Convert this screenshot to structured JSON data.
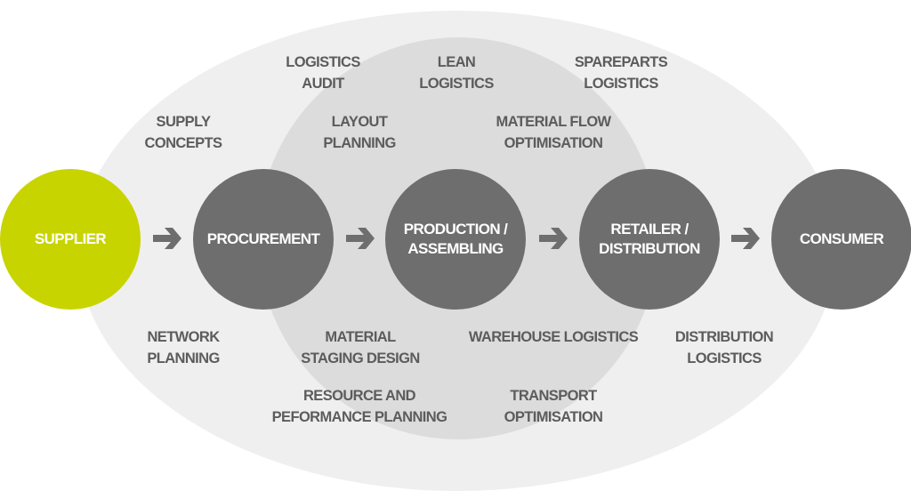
{
  "colors": {
    "accent": "#c8d400",
    "node": "#6e6e6e",
    "outer": "#efefef",
    "inner": "#dcdcdc",
    "text": "#5c5c5c"
  },
  "nodes": [
    {
      "label": "SUPPLIER"
    },
    {
      "label": "PROCUREMENT"
    },
    {
      "label": "PRODUCTION /\nASSEMBLING"
    },
    {
      "label": "RETAILER /\nDISTRIBUTION"
    },
    {
      "label": "CONSUMER"
    }
  ],
  "labels": {
    "logistics_audit": "LOGISTICS\nAUDIT",
    "lean_logistics": "LEAN\nLOGISTICS",
    "spareparts_logistics": "SPAREPARTS\nLOGISTICS",
    "supply_concepts": "SUPPLY\nCONCEPTS",
    "layout_planning": "LAYOUT\nPLANNING",
    "material_flow": "MATERIAL FLOW\nOPTIMISATION",
    "network_planning": "NETWORK\nPLANNING",
    "material_staging": "MATERIAL\nSTAGING DESIGN",
    "warehouse_logistics": "WAREHOUSE LOGISTICS",
    "distribution_logistics": "DISTRIBUTION\nLOGISTICS",
    "resource_planning": "RESOURCE AND\nPEFORMANCE PLANNING",
    "transport_optimisation": "TRANSPORT\nOPTIMISATION"
  }
}
